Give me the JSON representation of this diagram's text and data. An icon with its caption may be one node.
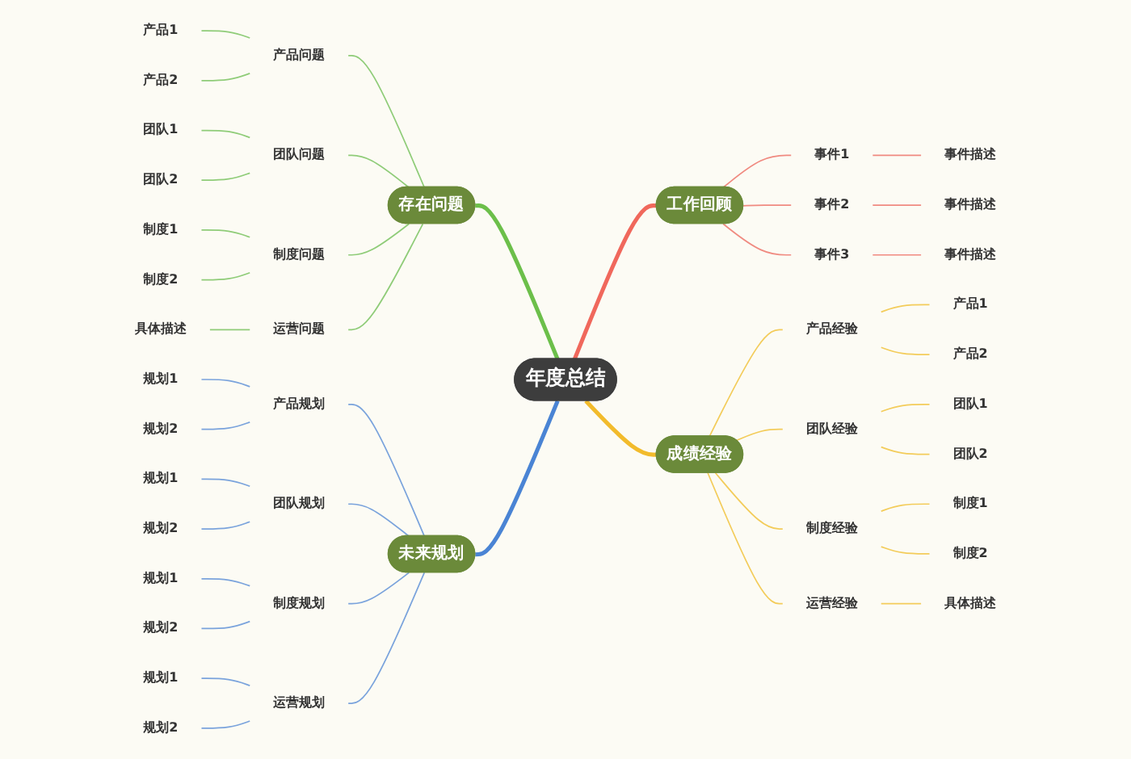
{
  "diagram": {
    "nodes": [
      {
        "text": [
          "年度总结"
        ]
      },
      {
        "text": [
          "存在问题"
        ]
      },
      {
        "text": [
          "产品问题"
        ]
      },
      {
        "text": [
          "产品1"
        ]
      },
      {
        "text": [
          "产品2"
        ]
      },
      {
        "text": [
          "团队问题"
        ]
      },
      {
        "text": [
          "团队1"
        ]
      },
      {
        "text": [
          "团队2"
        ]
      },
      {
        "text": [
          "制度问题"
        ]
      },
      {
        "text": [
          "制度1"
        ]
      },
      {
        "text": [
          "制度2"
        ]
      },
      {
        "text": [
          "运营问题"
        ]
      },
      {
        "text": [
          "具体描述"
        ]
      },
      {
        "text": [
          "工作回顾"
        ]
      },
      {
        "text": [
          "事件1"
        ]
      },
      {
        "text": [
          "事件描述"
        ]
      },
      {
        "text": [
          "事件2"
        ]
      },
      {
        "text": [
          "事件描述"
        ]
      },
      {
        "text": [
          "事件3"
        ]
      },
      {
        "text": [
          "事件描述"
        ]
      },
      {
        "text": [
          "成绩经验"
        ]
      },
      {
        "text": [
          "产品经验"
        ]
      },
      {
        "text": [
          "产品1"
        ]
      },
      {
        "text": [
          "产品2"
        ]
      },
      {
        "text": [
          "团队经验"
        ]
      },
      {
        "text": [
          "团队1"
        ]
      },
      {
        "text": [
          "团队2"
        ]
      },
      {
        "text": [
          "制度经验"
        ]
      },
      {
        "text": [
          "制度1"
        ]
      },
      {
        "text": [
          "制度2"
        ]
      },
      {
        "text": [
          "运营经验"
        ]
      },
      {
        "text": [
          "具体描述"
        ]
      },
      {
        "text": [
          "未来规划"
        ]
      },
      {
        "text": [
          "产品规划"
        ]
      },
      {
        "text": [
          "规划1"
        ]
      },
      {
        "text": [
          "规划2"
        ]
      },
      {
        "text": [
          "团队规划"
        ]
      },
      {
        "text": [
          "规划1"
        ]
      },
      {
        "text": [
          "规划2"
        ]
      },
      {
        "text": [
          "制度规划"
        ]
      },
      {
        "text": [
          "规划1"
        ]
      },
      {
        "text": [
          "规划2"
        ]
      },
      {
        "text": [
          "运营规划"
        ]
      },
      {
        "text": [
          "规划1"
        ]
      },
      {
        "text": [
          "规划2"
        ]
      }
    ],
    "edges": [
      {
        "from": 1,
        "to": 0,
        "arrow": "none",
        "style": "thick",
        "color": "#6cbf4a"
      },
      {
        "from": 2,
        "to": 1,
        "arrow": "none",
        "color": "#8fcc78"
      },
      {
        "from": 3,
        "to": 2,
        "arrow": "none",
        "color": "#8fcc78"
      },
      {
        "from": 4,
        "to": 2,
        "arrow": "none",
        "color": "#8fcc78"
      },
      {
        "from": 5,
        "to": 1,
        "arrow": "none",
        "color": "#8fcc78"
      },
      {
        "from": 6,
        "to": 5,
        "arrow": "none",
        "color": "#8fcc78"
      },
      {
        "from": 7,
        "to": 5,
        "arrow": "none",
        "color": "#8fcc78"
      },
      {
        "from": 8,
        "to": 1,
        "arrow": "none",
        "color": "#8fcc78"
      },
      {
        "from": 9,
        "to": 8,
        "arrow": "none",
        "color": "#8fcc78"
      },
      {
        "from": 10,
        "to": 8,
        "arrow": "none",
        "color": "#8fcc78"
      },
      {
        "from": 11,
        "to": 1,
        "arrow": "none",
        "color": "#8fcc78"
      },
      {
        "from": 12,
        "to": 11,
        "arrow": "none",
        "color": "#8fcc78"
      },
      {
        "from": 0,
        "to": 13,
        "arrow": "none",
        "style": "thick",
        "color": "#f0685c"
      },
      {
        "from": 13,
        "to": 14,
        "arrow": "none",
        "color": "#f08a80"
      },
      {
        "from": 14,
        "to": 15,
        "arrow": "none",
        "color": "#f08a80"
      },
      {
        "from": 13,
        "to": 16,
        "arrow": "none",
        "color": "#f08a80"
      },
      {
        "from": 16,
        "to": 17,
        "arrow": "none",
        "color": "#f08a80"
      },
      {
        "from": 13,
        "to": 18,
        "arrow": "none",
        "color": "#f08a80"
      },
      {
        "from": 18,
        "to": 19,
        "arrow": "none",
        "color": "#f08a80"
      },
      {
        "from": 0,
        "to": 20,
        "arrow": "none",
        "style": "thick",
        "color": "#f2bb2c"
      },
      {
        "from": 20,
        "to": 21,
        "arrow": "none",
        "color": "#f3cc5a"
      },
      {
        "from": 21,
        "to": 22,
        "arrow": "none",
        "color": "#f3cc5a"
      },
      {
        "from": 21,
        "to": 23,
        "arrow": "none",
        "color": "#f3cc5a"
      },
      {
        "from": 20,
        "to": 24,
        "arrow": "none",
        "color": "#f3cc5a"
      },
      {
        "from": 24,
        "to": 25,
        "arrow": "none",
        "color": "#f3cc5a"
      },
      {
        "from": 24,
        "to": 26,
        "arrow": "none",
        "color": "#f3cc5a"
      },
      {
        "from": 20,
        "to": 27,
        "arrow": "none",
        "color": "#f3cc5a"
      },
      {
        "from": 27,
        "to": 28,
        "arrow": "none",
        "color": "#f3cc5a"
      },
      {
        "from": 27,
        "to": 29,
        "arrow": "none",
        "color": "#f3cc5a"
      },
      {
        "from": 20,
        "to": 30,
        "arrow": "none",
        "color": "#f3cc5a"
      },
      {
        "from": 30,
        "to": 31,
        "arrow": "none",
        "color": "#f3cc5a"
      },
      {
        "from": 32,
        "to": 0,
        "arrow": "none",
        "style": "thick",
        "color": "#4a84d4"
      },
      {
        "from": 33,
        "to": 32,
        "arrow": "none",
        "color": "#7aa3dc"
      },
      {
        "from": 34,
        "to": 33,
        "arrow": "none",
        "color": "#7aa3dc"
      },
      {
        "from": 35,
        "to": 33,
        "arrow": "none",
        "color": "#7aa3dc"
      },
      {
        "from": 36,
        "to": 32,
        "arrow": "none",
        "color": "#7aa3dc"
      },
      {
        "from": 37,
        "to": 36,
        "arrow": "none",
        "color": "#7aa3dc"
      },
      {
        "from": 38,
        "to": 36,
        "arrow": "none",
        "color": "#7aa3dc"
      },
      {
        "from": 39,
        "to": 32,
        "arrow": "none",
        "color": "#7aa3dc"
      },
      {
        "from": 40,
        "to": 39,
        "arrow": "none",
        "color": "#7aa3dc"
      },
      {
        "from": 41,
        "to": 39,
        "arrow": "none",
        "color": "#7aa3dc"
      },
      {
        "from": 42,
        "to": 32,
        "arrow": "none",
        "color": "#7aa3dc"
      },
      {
        "from": 43,
        "to": 42,
        "arrow": "none",
        "color": "#7aa3dc"
      },
      {
        "from": 44,
        "to": 42,
        "arrow": "none",
        "color": "#7aa3dc"
      }
    ]
  }
}
